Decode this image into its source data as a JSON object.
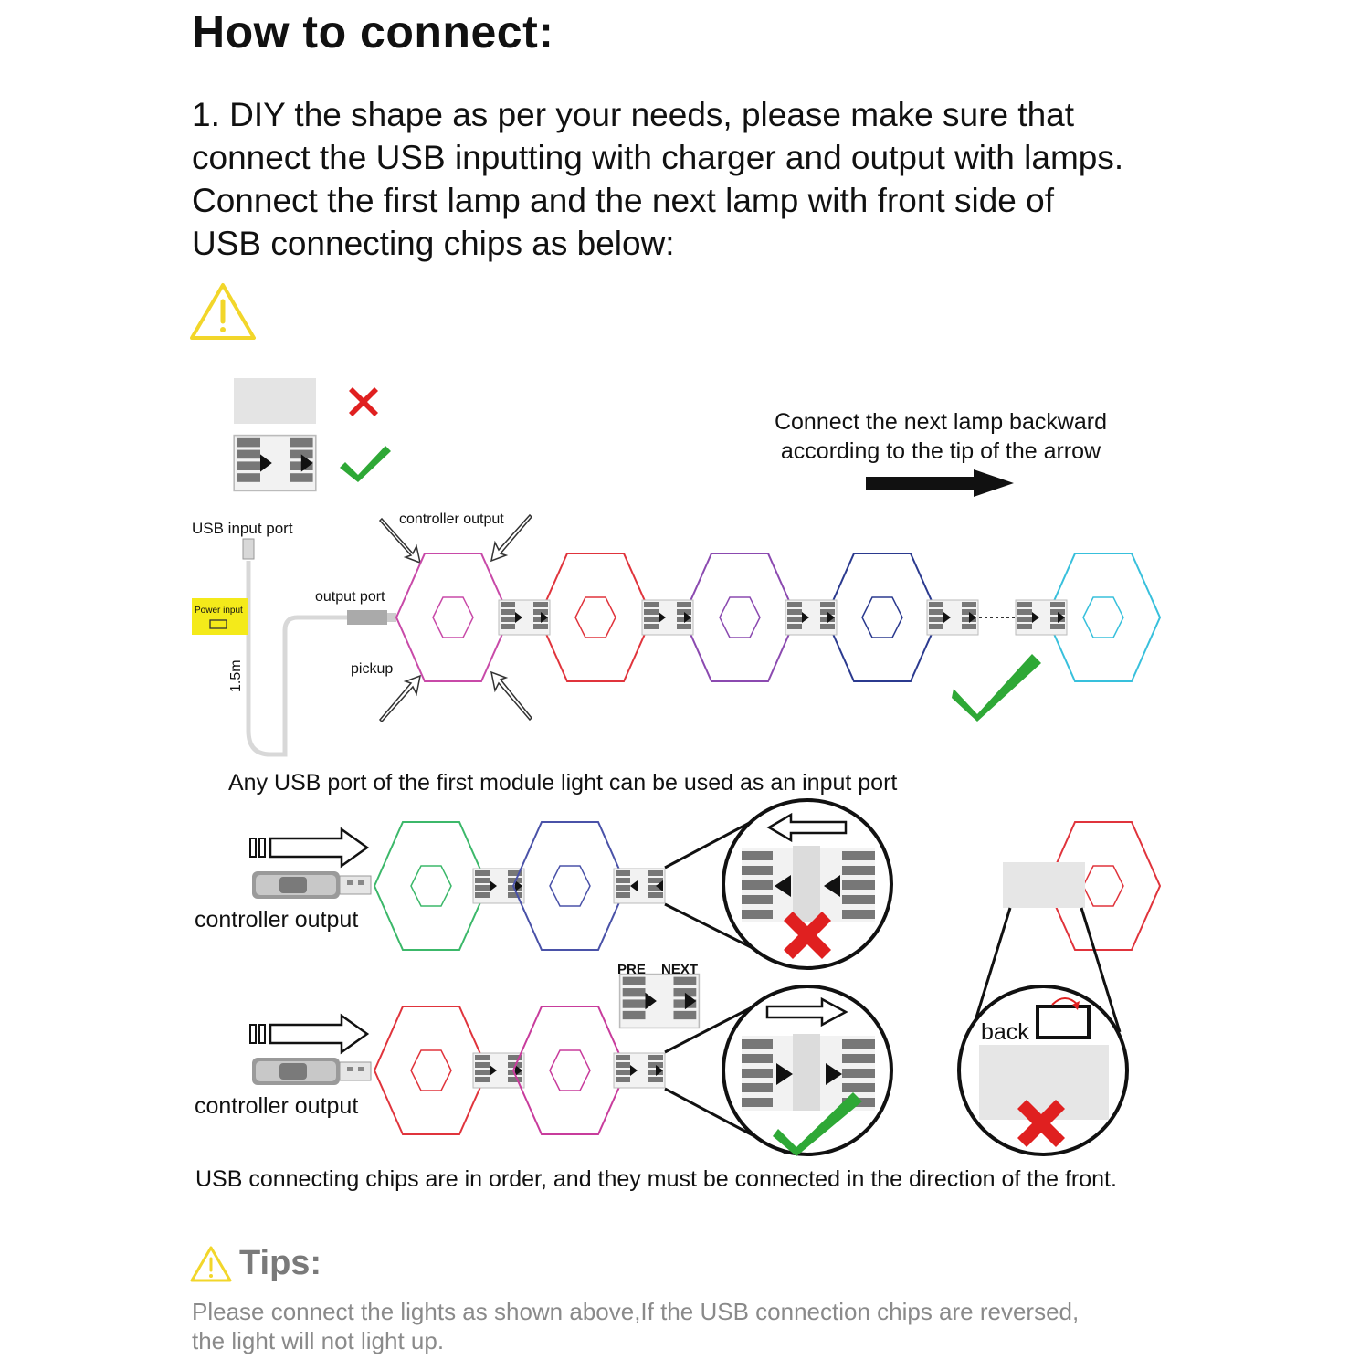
{
  "title": "How to connect:",
  "intro_lines": [
    "1. DIY the shape as per your needs, please make sure that",
    "connect the USB inputting with charger and output with lamps.",
    "Connect the first lamp and the next lamp with front side of",
    "USB connecting chips as below:"
  ],
  "direction_note": [
    "Connect the next lamp backward",
    "according to the tip of the arrow"
  ],
  "labels": {
    "usb_input_port": "USB input port",
    "power_input": "Power input",
    "cable_length": "1.5m",
    "output_port": "output port",
    "controller_output_top": "controller output",
    "pickup": "pickup",
    "controller_output_row1": "controller output",
    "controller_output_row2": "controller output",
    "pre": "PRE",
    "next": "NEXT",
    "back": "back"
  },
  "captions": {
    "any_usb_port": "Any USB port of the first module light can be used as an input port",
    "chips_order": "USB connecting chips are in order, and they must be connected in the direction of the front."
  },
  "tips": {
    "title": "Tips:",
    "lines": [
      "Please connect the lights as shown above,If the USB connection chips are reversed,",
      "the light will not light up."
    ]
  },
  "colors": {
    "warning_yellow": "#f2d62a",
    "wrong_red": "#e02020",
    "right_green": "#2ea836",
    "hex_magenta": "#c84aa8",
    "hex_red": "#e0343c",
    "hex_purple": "#8b4ab0",
    "hex_navy": "#2b3a8f",
    "hex_cyan": "#38c0dc",
    "hex_green": "#3cb86a",
    "hex_blue": "#4a52a8",
    "hex_pink": "#c83c9c"
  },
  "icons": [
    "warning-icon",
    "cross-icon",
    "check-icon",
    "arrow-right-icon",
    "usb-plug-icon",
    "usb-stick-icon"
  ]
}
